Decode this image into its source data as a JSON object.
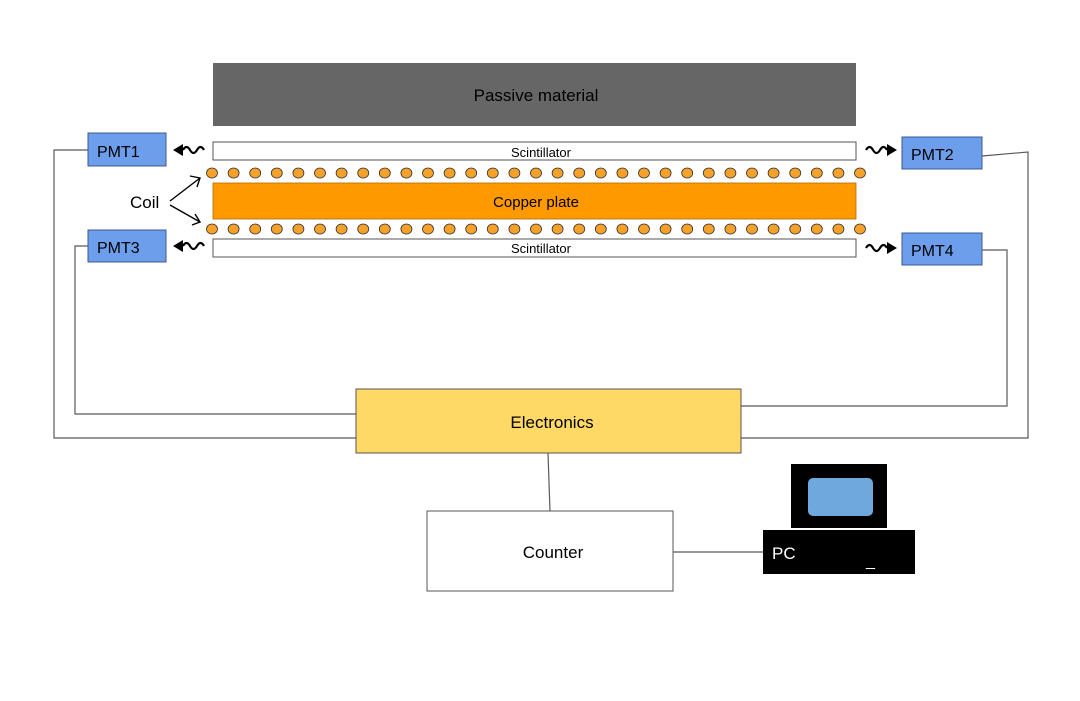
{
  "passive_label": "Passive material",
  "scintillator_top_label": "Scintillator",
  "scintillator_bottom_label": "Scintillator",
  "copper_label": "Copper plate",
  "coil_label": "Coil",
  "pmt": {
    "pmt1": "PMT1",
    "pmt2": "PMT2",
    "pmt3": "PMT3",
    "pmt4": "PMT4"
  },
  "electronics_label": "Electronics",
  "counter_label": "Counter",
  "pc": {
    "label": "PC",
    "cursor": "_"
  },
  "colors": {
    "passive_fill": "#666666",
    "passive_text": "#ffffff",
    "pmt_fill": "#6d9eeb",
    "copper_fill": "#ff9900",
    "coil_fill": "#f6a12a",
    "electronics_fill": "#ffd966",
    "pc_body": "#000000",
    "pc_screen": "#6fa8dc",
    "pc_text": "#ffffff",
    "line": "#595959"
  }
}
